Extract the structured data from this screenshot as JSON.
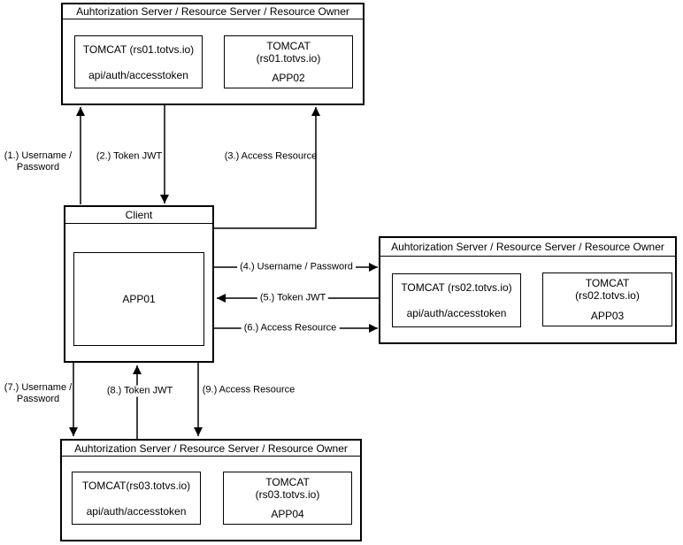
{
  "colors": {
    "stroke": "#000000",
    "background": "#ffffff"
  },
  "nodes": {
    "server_top": {
      "title": "Auhtorization Server / Resource Server / Resource Owner",
      "auth": {
        "host": "TOMCAT (rs01.totvs.io)",
        "endpoint": "api/auth/accesstoken"
      },
      "app": {
        "host": "TOMCAT",
        "host2": "(rs01.totvs.io)",
        "name": "APP02"
      }
    },
    "client": {
      "title": "Client",
      "app": "APP01"
    },
    "server_right": {
      "title": "Auhtorization Server / Resource Server / Resource Owner",
      "auth": {
        "host": "TOMCAT (rs02.totvs.io)",
        "endpoint": "api/auth/accesstoken"
      },
      "app": {
        "host": "TOMCAT",
        "host2": "(rs02.totvs.io)",
        "name": "APP03"
      }
    },
    "server_bottom": {
      "title": "Auhtorization Server / Resource Server / Resource Owner",
      "auth": {
        "host": "TOMCAT(rs03.totvs.io)",
        "endpoint": "api/auth/accesstoken"
      },
      "app": {
        "host": "TOMCAT",
        "host2": "(rs03.totvs.io)",
        "name": "APP04"
      }
    }
  },
  "edges": {
    "e1": {
      "label_line1": "(1.) Username /",
      "label_line2": "Password"
    },
    "e2": {
      "label": "(2.) Token JWT"
    },
    "e3": {
      "label": "(3.) Access Resource"
    },
    "e4": {
      "label": "(4.) Username / Password"
    },
    "e5": {
      "label": "(5.) Token JWT"
    },
    "e6": {
      "label": "(6.) Access Resource"
    },
    "e7": {
      "label_line1": "(7.) Username /",
      "label_line2": "Password"
    },
    "e8": {
      "label": "(8.) Token JWT"
    },
    "e9": {
      "label": "(9.) Access Resource"
    }
  }
}
